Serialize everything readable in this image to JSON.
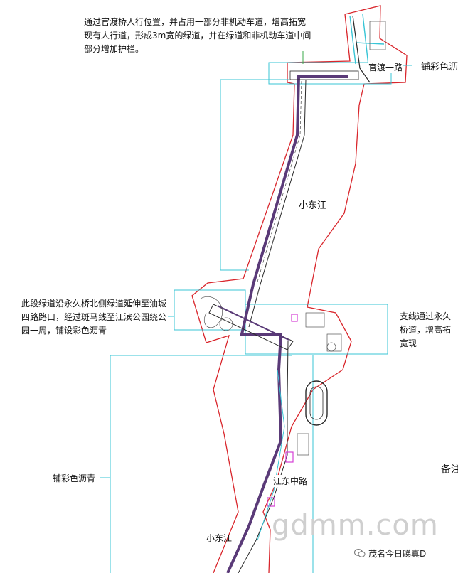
{
  "annotations": {
    "top_note": "通过官渡桥人行位置，并占用一部分非机动车道，增高拓宽现有人行道，形成3m宽的绿道，并在绿道和非机动车道中间部分增加护栏。",
    "top_right_note": "铺彩色沥青",
    "left_mid_note": "此段绿道沿永久桥北侧绿道延伸至油城四路路口，经过斑马线至江滨公园绕公园一周，铺设彩色沥青",
    "right_mid_note": "支线通过永久桥道，增高拓宽现",
    "left_low_note": "铺彩色沥青",
    "right_edge_note": "备注"
  },
  "labels": {
    "road_top": "官渡一路",
    "river_upper": "小东江",
    "road_mid": "江东中路",
    "river_lower": "小东江"
  },
  "watermark": "gdmm.com",
  "account": "茂名今日睇真D",
  "colors": {
    "boundary": "#d9262c",
    "callout": "#38c5d6",
    "greenway": "#5a3a78",
    "road": "#2a2a2a",
    "magenta": "#d43fd4",
    "leader_green": "#3aa84a"
  }
}
